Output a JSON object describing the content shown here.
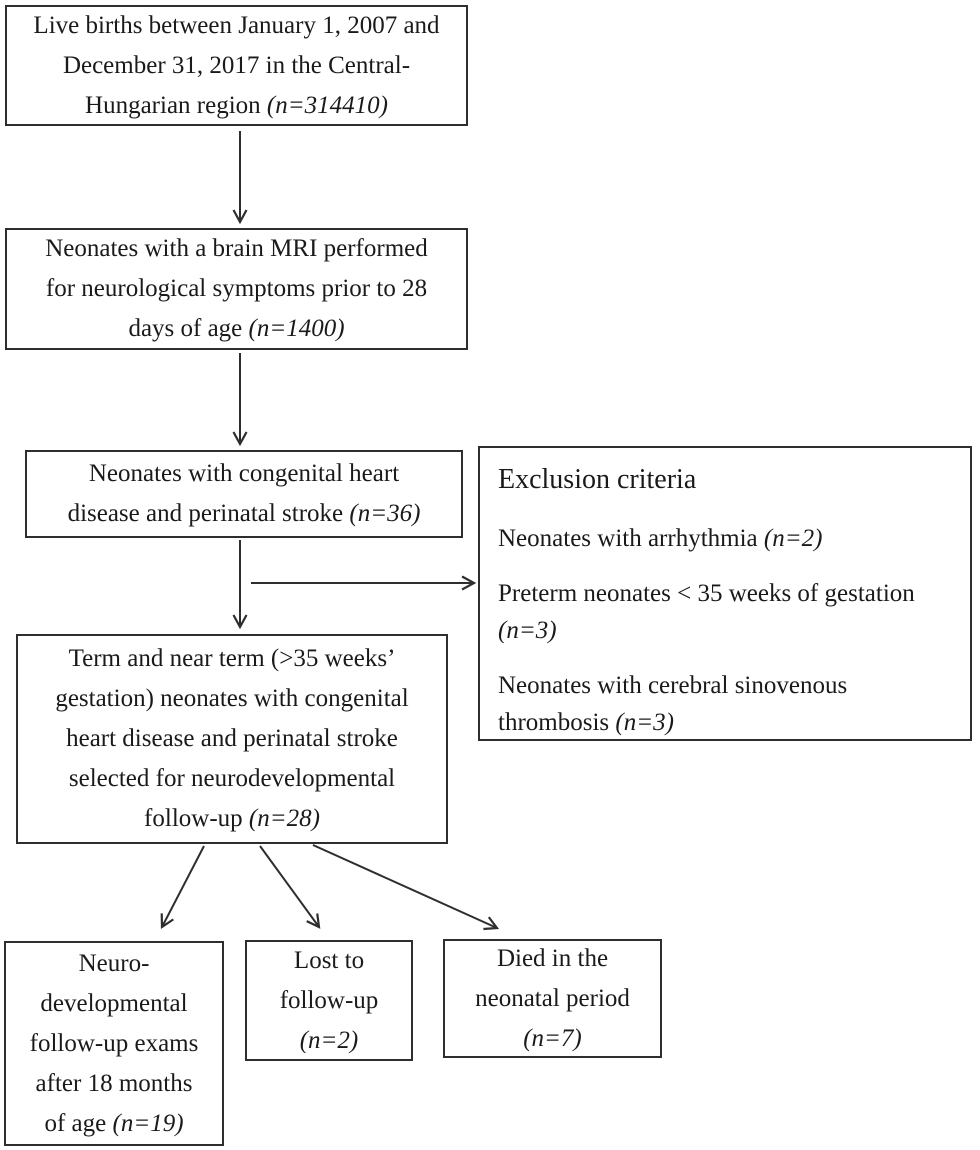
{
  "colors": {
    "border": "#2e2e2e",
    "text": "#1a1a1a",
    "background": "#ffffff",
    "arrow": "#2e2e2e"
  },
  "boxes": {
    "live_births": {
      "n": "314410",
      "lines": [
        [
          {
            "t": "Live births between January 1, 2007 and"
          }
        ],
        [
          {
            "t": "December 31, 2017 in the Central-"
          }
        ],
        [
          {
            "t": "Hungarian region "
          },
          {
            "t": "(n=314410)",
            "i": true
          }
        ]
      ]
    },
    "brain_mri": {
      "n": "1400",
      "lines": [
        [
          {
            "t": "Neonates with a brain MRI performed"
          }
        ],
        [
          {
            "t": "for neurological symptoms prior to 28"
          }
        ],
        [
          {
            "t": "days of age "
          },
          {
            "t": "(n=1400)",
            "i": true
          }
        ]
      ]
    },
    "chd_stroke": {
      "n": "36",
      "lines": [
        [
          {
            "t": "Neonates with congenital heart"
          }
        ],
        [
          {
            "t": "disease and perinatal stroke "
          },
          {
            "t": "(n=36)",
            "i": true
          }
        ]
      ]
    },
    "exclusion": {
      "heading": "Exclusion criteria",
      "items": [
        {
          "n": "2",
          "lines": [
            [
              {
                "t": "Neonates with arrhythmia "
              },
              {
                "t": "(n=2)",
                "i": true
              }
            ]
          ]
        },
        {
          "n": "3",
          "lines": [
            [
              {
                "t": "Preterm neonates < 35 weeks of gestation"
              }
            ],
            [
              {
                "t": "(n=3)",
                "i": true
              }
            ]
          ]
        },
        {
          "n": "3",
          "lines": [
            [
              {
                "t": "Neonates with cerebral sinovenous"
              }
            ],
            [
              {
                "t": "thrombosis "
              },
              {
                "t": "(n=3)",
                "i": true
              }
            ]
          ]
        }
      ]
    },
    "term_selected": {
      "n": "28",
      "lines": [
        [
          {
            "t": "Term and near term (>35 weeks’"
          }
        ],
        [
          {
            "t": "gestation) neonates with congenital"
          }
        ],
        [
          {
            "t": "heart disease and perinatal stroke"
          }
        ],
        [
          {
            "t": "selected for neurodevelopmental"
          }
        ],
        [
          {
            "t": "follow-up "
          },
          {
            "t": "(n=28)",
            "i": true
          }
        ]
      ]
    },
    "followup_exams": {
      "n": "19",
      "lines": [
        [
          {
            "t": "Neuro-"
          }
        ],
        [
          {
            "t": "developmental"
          }
        ],
        [
          {
            "t": "follow-up exams"
          }
        ],
        [
          {
            "t": "after 18 months"
          }
        ],
        [
          {
            "t": "of age "
          },
          {
            "t": "(n=19)",
            "i": true
          }
        ]
      ]
    },
    "lost_followup": {
      "n": "2",
      "lines": [
        [
          {
            "t": "Lost to"
          }
        ],
        [
          {
            "t": "follow-up"
          }
        ],
        [
          {
            "t": "(n=2)",
            "i": true
          }
        ]
      ]
    },
    "died_neonatal": {
      "n": "7",
      "lines": [
        [
          {
            "t": "Died in the"
          }
        ],
        [
          {
            "t": "neonatal period"
          }
        ],
        [
          {
            "t": "(n=7)",
            "i": true
          }
        ]
      ]
    }
  }
}
